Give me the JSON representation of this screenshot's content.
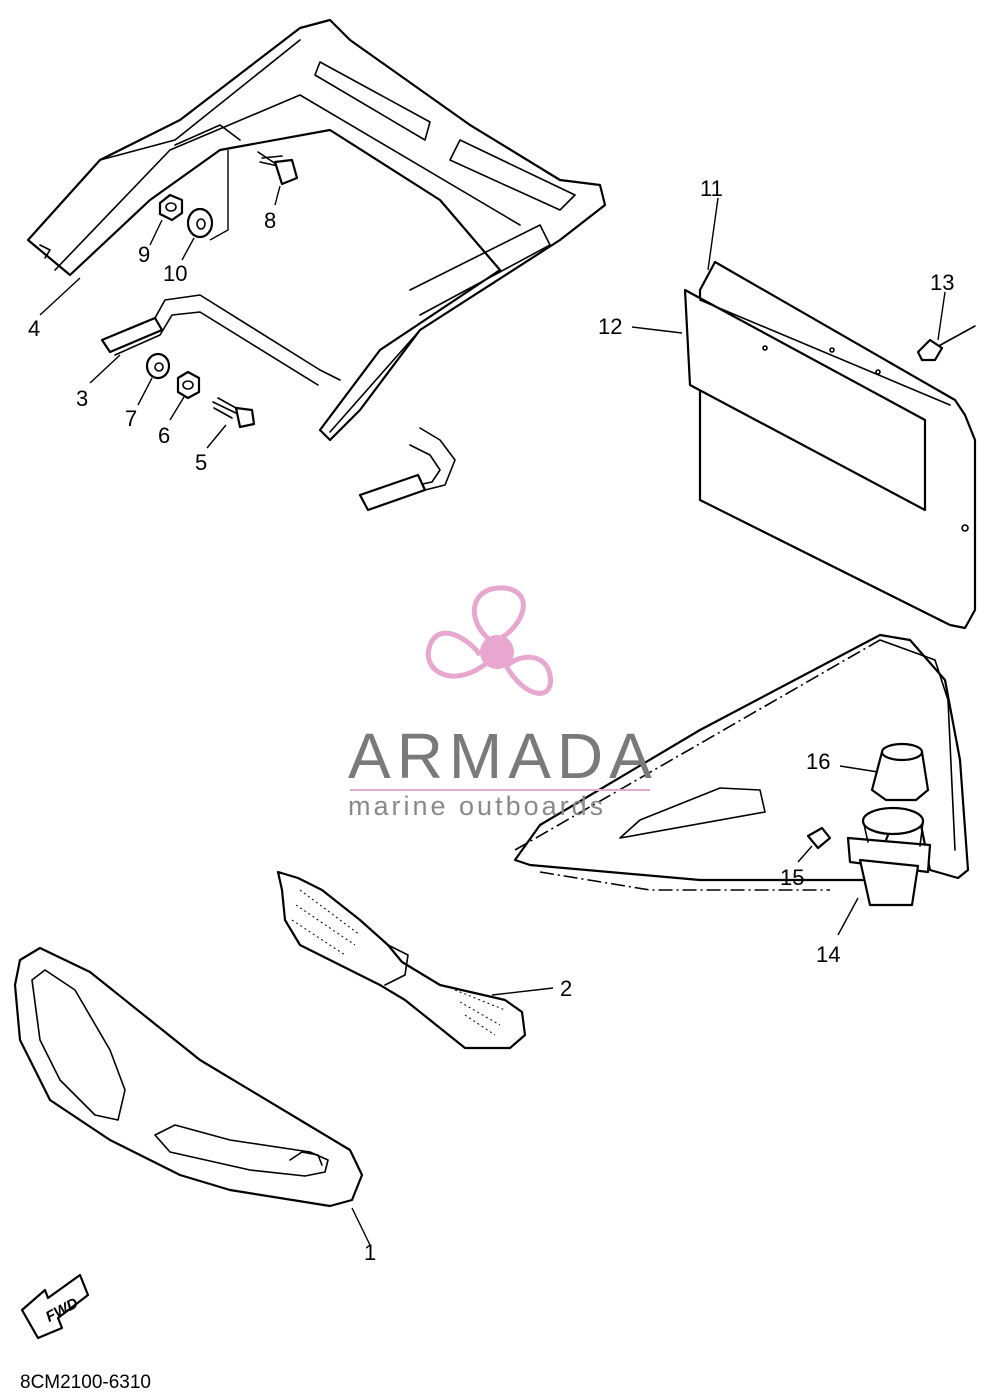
{
  "diagram": {
    "part_numbers": [
      "1",
      "2",
      "3",
      "4",
      "5",
      "6",
      "7",
      "8",
      "9",
      "10",
      "11",
      "12",
      "13",
      "14",
      "15",
      "16"
    ],
    "drawing_code": "8CM2100-6310",
    "fwd_label": "FWD"
  },
  "watermark": {
    "brand": "ARMADA",
    "tagline": "marine outboards",
    "accent_color": "#e8a7cf",
    "text_color": "#7a7a7a"
  }
}
